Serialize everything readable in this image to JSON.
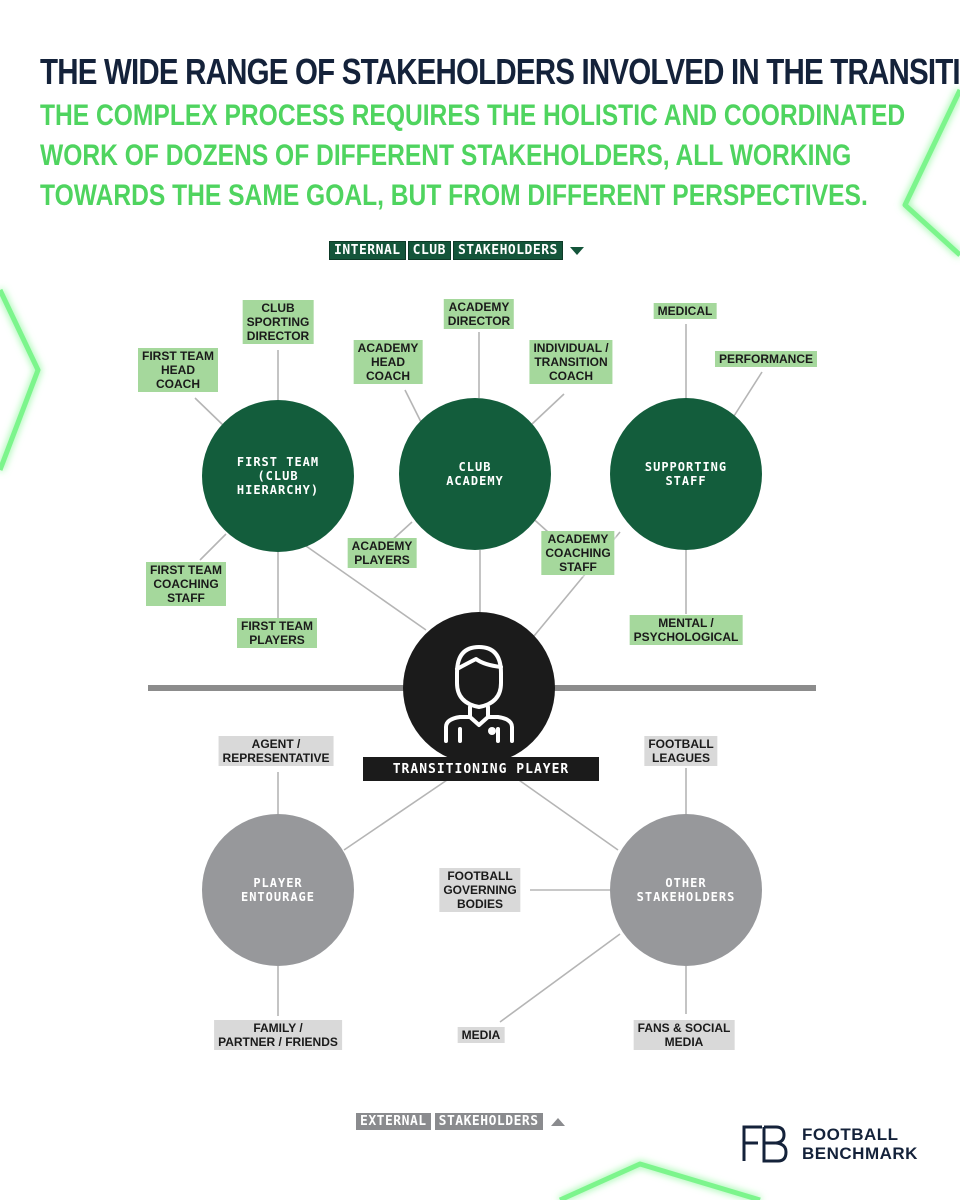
{
  "header": {
    "title": "THE WIDE RANGE OF STAKEHOLDERS INVOLVED IN THE TRANSITION",
    "subtitle": "THE COMPLEX PROCESS REQUIRES THE HOLISTIC AND COORDINATED WORK OF DOZENS OF DIFFERENT STAKEHOLDERS, ALL WORKING TOWARDS THE SAME GOAL, BUT FROM DIFFERENT PERSPECTIVES."
  },
  "sections": {
    "internal": [
      "INTERNAL",
      "CLUB",
      "STAKEHOLDERS"
    ],
    "external": [
      "EXTERNAL",
      "STAKEHOLDERS"
    ]
  },
  "center": {
    "label": "TRANSITIONING PLAYER",
    "icon": "player-icon"
  },
  "hubs": {
    "first_team": "FIRST TEAM\n(CLUB\nHIERARCHY)",
    "club_academy": "CLUB\nACADEMY",
    "supporting_staff": "SUPPORTING\nSTAFF",
    "player_entourage": "PLAYER\nENTOURAGE",
    "other_stakeholders": "OTHER\nSTAKEHOLDERS"
  },
  "labels": {
    "club_sporting_director": "CLUB\nSPORTING\nDIRECTOR",
    "first_team_head_coach": "FIRST TEAM\nHEAD\nCOACH",
    "first_team_coaching_staff": "FIRST TEAM\nCOACHING\nSTAFF",
    "first_team_players": "FIRST TEAM\nPLAYERS",
    "academy_director": "ACADEMY\nDIRECTOR",
    "academy_head_coach": "ACADEMY\nHEAD\nCOACH",
    "individual_transition_coach": "INDIVIDUAL /\nTRANSITION\nCOACH",
    "academy_players": "ACADEMY\nPLAYERS",
    "academy_coaching_staff": "ACADEMY\nCOACHING\nSTAFF",
    "medical": "MEDICAL",
    "performance": "PERFORMANCE",
    "mental_psychological": "MENTAL /\nPSYCHOLOGICAL",
    "agent_representative": "AGENT /\nREPRESENTATIVE",
    "family_partner_friends": "FAMILY /\nPARTNER / FRIENDS",
    "football_leagues": "FOOTBALL\nLEAGUES",
    "football_governing_bodies": "FOOTBALL\nGOVERNING\nBODIES",
    "media": "MEDIA",
    "fans_social_media": "FANS & SOCIAL\nMEDIA"
  },
  "brand": {
    "logo_text": "FOOTBALL\nBENCHMARK",
    "monogram": "FB"
  },
  "colors": {
    "navy": "#14223a",
    "accent_green": "#4fd45f",
    "hub_green": "#135d3c",
    "label_green": "#a5d89c",
    "hub_grey": "#97989b",
    "label_grey": "#d9d9d9"
  }
}
